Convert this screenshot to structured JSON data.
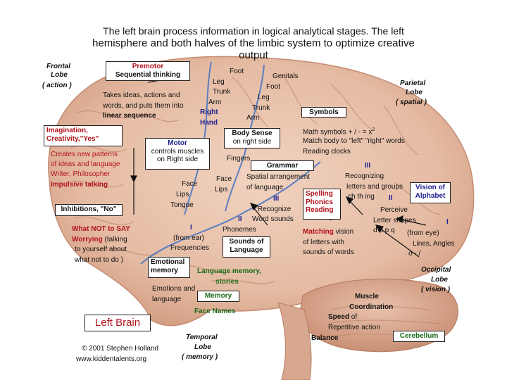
{
  "title": {
    "line1": "The left brain process information  in logical analytical stages. The left",
    "line2": "hemisphere and both halves of the limbic system to optimize creative",
    "line3": "output"
  },
  "lobes": {
    "frontal_1": "Frontal",
    "frontal_2": "Lobe",
    "frontal_3": "( action )",
    "parietal_1": "Parietal",
    "parietal_2": "Lobe",
    "parietal_3": "( spatial )",
    "occipital_1": "Occipital",
    "occipital_2": "Lobe",
    "occipital_3": "( vision )",
    "temporal_1": "Temporal",
    "temporal_2": "Lobe",
    "temporal_3": "( memory )"
  },
  "premotor": {
    "line1": "Premotor",
    "line2": "Sequential thinking"
  },
  "takes_ideas": {
    "line1": "Takes ideas, actions and",
    "line2": "words, and puts them into",
    "line3": "linear sequence"
  },
  "imagination": {
    "line1": "Imagination,",
    "line2": "Creativity,\"Yes\""
  },
  "creates": {
    "line1": "Creates new patterns",
    "line2": "of ideas and language",
    "line3": "Writer, Philosopher",
    "line4": "Impulsive talking"
  },
  "inhibitions": "Inhibitions, \"No\"",
  "what_not": {
    "line1": "What NOT to SAY",
    "line2": "Worrying",
    "line2b": " (talking",
    "line3": "to yourself about",
    "line4": "what not to do )"
  },
  "motor": {
    "line1": "Motor",
    "line2": "controls muscles",
    "line3": "on Right side"
  },
  "homunculus": {
    "foot": "Foot",
    "leg": "Leg",
    "trunk": "Trunk",
    "arm": "Arm",
    "right": "Right",
    "hand": "Hand",
    "face": "Face",
    "lips": "Lips",
    "tongue": "Tongue"
  },
  "sensory": {
    "genitals": "Genitals",
    "foot": "Foot",
    "leg": "Leg",
    "trunk": "Trunk",
    "arm": "Arm",
    "fingers": "Fingers",
    "face": "Face",
    "lips": "Lips"
  },
  "body_sense": {
    "line1": "Body Sense",
    "line2": "on right side"
  },
  "symbols": {
    "label": "Symbols",
    "line1": "Math symbols  + / - = x",
    "sup": "2",
    "line2": "Match body to \"left\" \"right\" words",
    "line3": "Reading clocks"
  },
  "grammar": "Grammar",
  "spatial": {
    "line1": "Spatial arrangement",
    "line2": "of language"
  },
  "recognizing": {
    "numeral": "III",
    "line1": "Recognizing",
    "line2": "letters and groups",
    "line3": "ch  th  ing",
    "numeral2": "II"
  },
  "vision_alphabet": {
    "line1": "Vision of",
    "line2": "Alphabet"
  },
  "spelling": {
    "line1": "Spelling",
    "line2": "Phonics",
    "line3": "Reading"
  },
  "recognize_words": {
    "numeral": "III",
    "line1": "Recognize",
    "line2": "Word sounds"
  },
  "perceive": {
    "line1": "Perceive",
    "line2": "Letter shapes",
    "line3": "d b  p q",
    "numeral": "I"
  },
  "from_eye": {
    "line1": "(from eye)",
    "line2": "Lines, Angles",
    "line3": "o  - /"
  },
  "phonemes": {
    "numeral": "II",
    "label": "Phonemes"
  },
  "matching": {
    "bold": "Matching",
    "rest": " vision",
    "line2": "of letters with",
    "line3": "sounds of words"
  },
  "from_ear": {
    "numeral": "I",
    "line1": "(from ear)",
    "line2": "Frequencies"
  },
  "sounds_of_language": {
    "line1": "Sounds of",
    "line2": "Language"
  },
  "emotional": {
    "line1": "Emotional",
    "line2": "memory",
    "line3": "Emotions and",
    "line4": "language"
  },
  "language_memory": {
    "line1": "Language memory,",
    "line2": "stories"
  },
  "memory": "Memory",
  "face_names": "Face Names",
  "muscle": {
    "line1": "Muscle",
    "line2": "Coordination"
  },
  "speed": {
    "bold": "Speed",
    "rest": " of",
    "line2": "Repetitive action"
  },
  "balance": "Balance",
  "cerebellum": "Cerebellum",
  "left_brain": "Left Brain",
  "copyright": {
    "line1": "© 2001 Stephen Holland",
    "line2": "www.kiddentalents.org"
  },
  "colors": {
    "brain_fill": "#e8c3ad",
    "brain_shade": "#d9a78c",
    "cerebellum_fill": "#e2b7a0",
    "sulcus_blue": "#5a7fc0",
    "label_blue": "#1f1f8f",
    "label_red": "#b3121b",
    "label_green": "#1b6b1b"
  }
}
